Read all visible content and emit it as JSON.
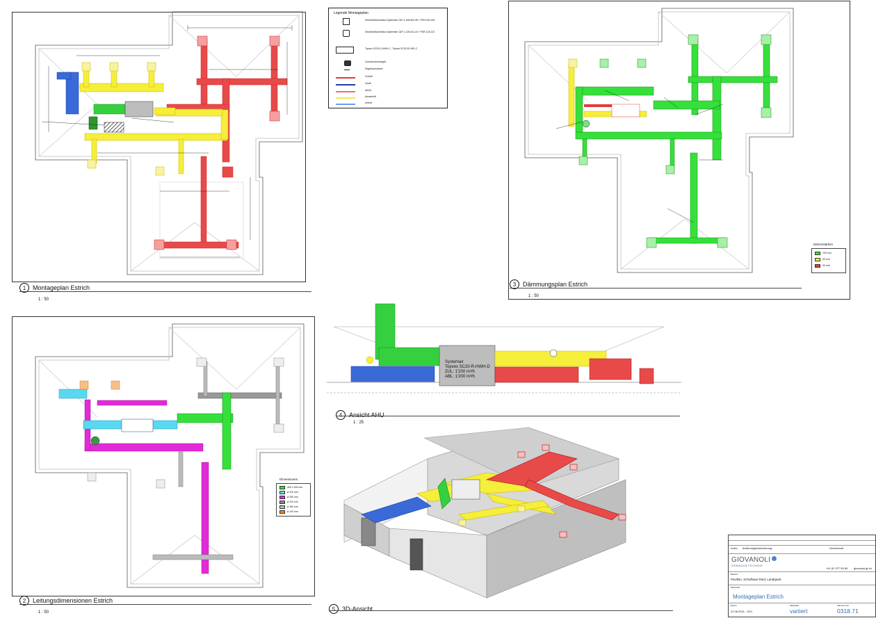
{
  "views": {
    "v1": {
      "num": "1",
      "title": "Montageplan Estrich",
      "scale": "1 : 50"
    },
    "v2": {
      "num": "2",
      "title": "Leitungsdimensionen Estrich",
      "scale": "1 : 50"
    },
    "v3": {
      "num": "3",
      "title": "Dämmungsplan Estrich",
      "scale": "1 : 50"
    },
    "v4": {
      "num": "4",
      "title": "Ansicht AHU",
      "scale": "1 : 25"
    },
    "v5": {
      "num": "5",
      "title": "3D-Ansicht"
    }
  },
  "legend": {
    "title": "Legende Montageplan",
    "items": [
      {
        "label": "Deckenluftdurchlass Systemair CAP-1-160/400-08 + PDR-160-400",
        "symbol": "diffuser-square",
        "color": "#222"
      },
      {
        "label": "Deckenluftdurchlass Systemair CAP-1-125-611-16 + PDR-125-122",
        "symbol": "diffuser-round",
        "color": "#222"
      },
      {
        "label": "Topvex SC20-D-HWH-C - Topvex SC20-R-HW1-C",
        "symbol": "unit-box",
        "color": "#222"
      },
      {
        "label": "Volumenstromregler",
        "symbol": "damper",
        "color": "#222"
      },
      {
        "label": "Segeltuchstutzen",
        "symbol": "connector",
        "color": "#222"
      },
      {
        "label": "Fortluft",
        "symbol": "line",
        "color": "#e23a3a"
      },
      {
        "label": "Zuluft",
        "symbol": "line",
        "color": "#1f3aa6"
      },
      {
        "label": "Abluft",
        "symbol": "line",
        "color": "#ff6a6a"
      },
      {
        "label": "Aussenluft",
        "symbol": "line",
        "color": "#f2e84a"
      },
      {
        "label": "Umluft",
        "symbol": "line",
        "color": "#6a9bf0"
      }
    ]
  },
  "insulation_legend": {
    "title": "Dämmstärken",
    "items": [
      {
        "label": "100 mm",
        "color": "#35e03a"
      },
      {
        "label": "50 mm",
        "color": "#f5ee3a"
      },
      {
        "label": "30 mm",
        "color": "#e63a3a"
      }
    ]
  },
  "dimensions_legend": {
    "title": "Dimensionen",
    "items": [
      {
        "label": "400 x 300 mm",
        "color": "#30e030"
      },
      {
        "label": "ø 315 mm",
        "color": "#5ad8f0"
      },
      {
        "label": "ø 250 mm",
        "color": "#e02ad8"
      },
      {
        "label": "ø 224 mm",
        "color": "#888888"
      },
      {
        "label": "ø 160 mm",
        "color": "#bbbbbb"
      },
      {
        "label": "ø 100 mm",
        "color": "#f08a2a"
      }
    ]
  },
  "ahu": {
    "brand": "Systemair",
    "model": "Topvex SC20-R-HWH-D",
    "zul": "ZUL: 1'200 m³/h",
    "abl": "ABL: 1'200 m³/h"
  },
  "title_block": {
    "index_label": "Index",
    "change_label": "Änderungsbezeichnung",
    "drawn_label": "Gezeichnet",
    "company": "GIOVANOLI",
    "company_sub": "GEBÄUDETECHNIK",
    "phone": "+41 81 377 53 80",
    "web": "giovanoli-gt.ch",
    "project_label": "Bauherr",
    "project": "Pavillon, Schulhaus Ried, Landquart",
    "plan_label": "Planinhalt",
    "plan_title": "Montageplan Estrich",
    "date_label": "Datum",
    "date": "21.06.2021 - DGI",
    "scale_label": "Massstab",
    "scale": "variiert",
    "number_label": "Plannummer",
    "number": "0318.71"
  }
}
